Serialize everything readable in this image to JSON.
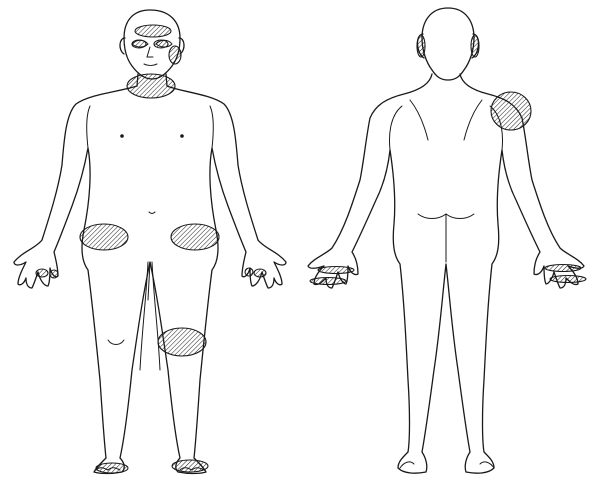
{
  "diagram": {
    "views": [
      "front",
      "back"
    ],
    "marked_regions": {
      "front": [
        "forehead",
        "right-eye",
        "left-eye",
        "left-cheek",
        "chin",
        "right-hip",
        "left-hip",
        "left-knee",
        "right-foot",
        "left-foot",
        "right-fingers",
        "left-fingers"
      ],
      "back": [
        "right-ear",
        "left-ear",
        "right-shoulder",
        "left-fingers",
        "right-fingers"
      ]
    },
    "colors": {
      "outline": "#1a1a1a",
      "hatch": "#1a1a1a",
      "background": "#ffffff"
    }
  }
}
